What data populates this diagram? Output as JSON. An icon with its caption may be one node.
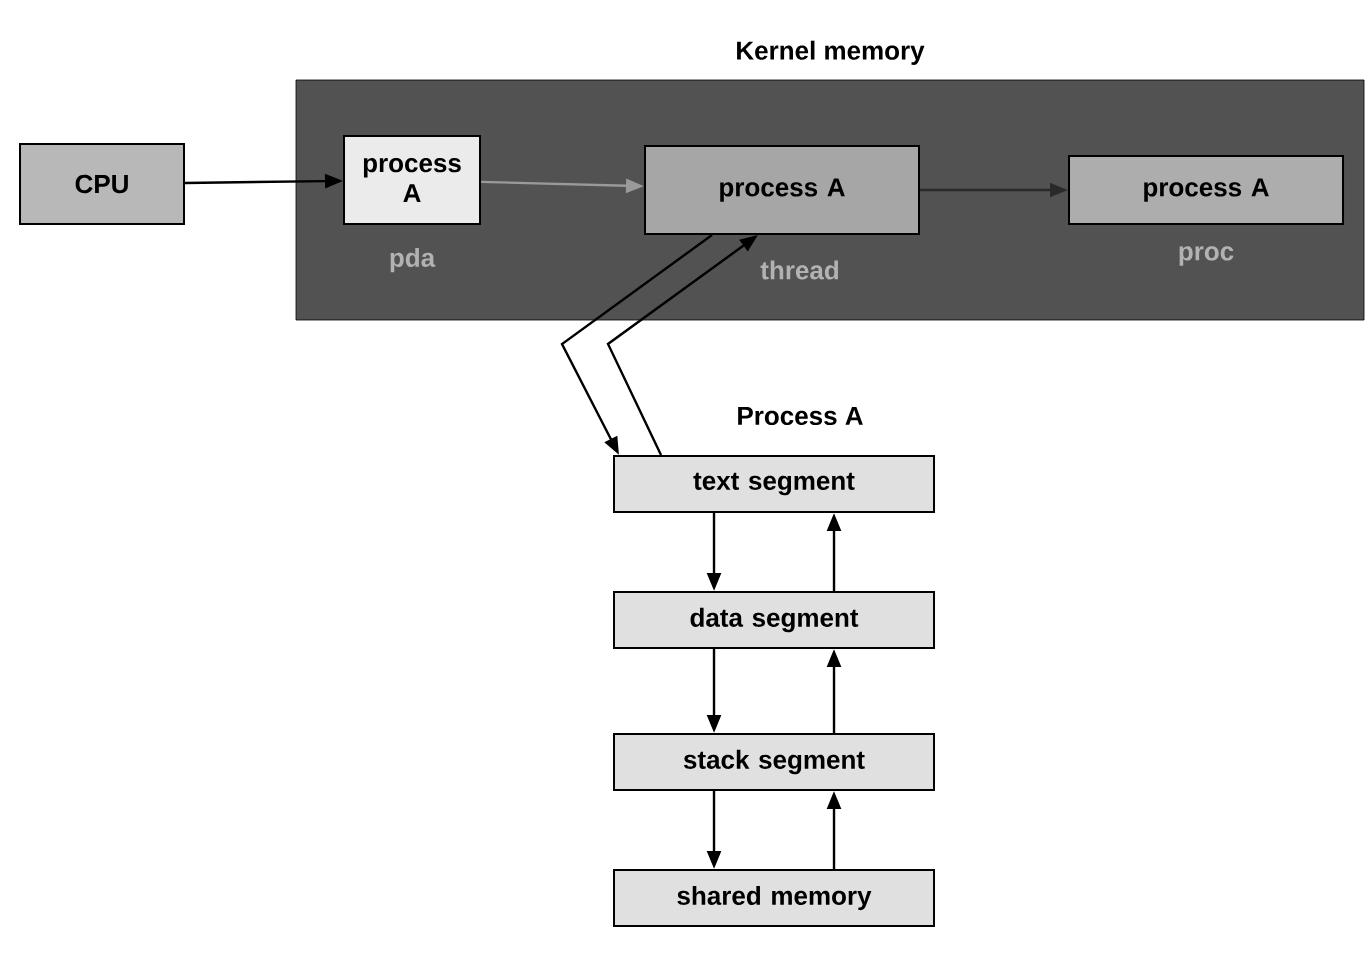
{
  "diagram": {
    "nodes": [
      {
        "text": [
          "Kernel memory"
        ]
      },
      {
        "text": [
          "CPU"
        ]
      },
      {
        "text": [
          "process A"
        ],
        "in": 0,
        "beside": [
          "pda"
        ]
      },
      {
        "text": [
          "process A"
        ],
        "in": 0,
        "beside": [
          "thread"
        ]
      },
      {
        "text": [
          "process A"
        ],
        "in": 0,
        "beside": [
          "proc"
        ]
      },
      {
        "text": [
          "text segment"
        ]
      },
      {
        "text": [
          "data segment"
        ]
      },
      {
        "text": [
          "stack segment"
        ]
      },
      {
        "text": [
          "shared memory"
        ]
      }
    ],
    "edges": [
      {
        "from": 1,
        "to": 2,
        "arrow": "to"
      },
      {
        "from": 2,
        "to": 3,
        "arrow": "to",
        "color": "#9a9a9a"
      },
      {
        "from": 3,
        "to": 4,
        "arrow": "to",
        "color": "#2a2a2a"
      },
      {
        "from": 3,
        "to": 5,
        "arrow": "to"
      },
      {
        "from": 5,
        "to": 3,
        "arrow": "to"
      },
      {
        "from": 5,
        "to": 6,
        "arrow": "to"
      },
      {
        "from": 6,
        "to": 5,
        "arrow": "to"
      },
      {
        "from": 6,
        "to": 7,
        "arrow": "to"
      },
      {
        "from": 7,
        "to": 6,
        "arrow": "to"
      },
      {
        "from": 7,
        "to": 8,
        "arrow": "to"
      },
      {
        "from": 8,
        "to": 7,
        "arrow": "to"
      }
    ],
    "labels": [
      "Process A"
    ]
  }
}
